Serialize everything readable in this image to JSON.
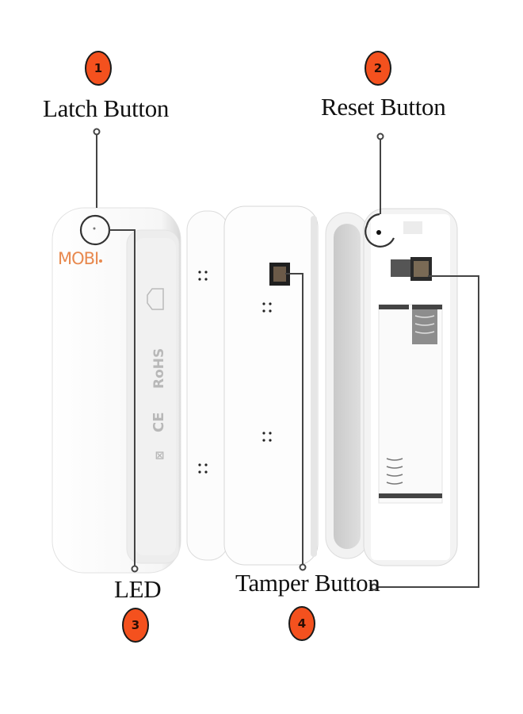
{
  "diagram": {
    "title": "",
    "callouts": [
      {
        "number": "1",
        "label": "Latch Button"
      },
      {
        "number": "2",
        "label": "Reset Button"
      },
      {
        "number": "3",
        "label": "LED"
      },
      {
        "number": "4",
        "label": "Tamper Button"
      }
    ],
    "device": {
      "brand": "MOBI",
      "markings": [
        "RoHS",
        "CE"
      ],
      "views": [
        "front-side view",
        "front view with magnet",
        "open back with battery compartment"
      ]
    },
    "colors": {
      "badge_fill": "#f4511e",
      "badge_border": "#1a1a1a",
      "brand_orange": "#e8894f",
      "device_white": "#fbfbfb",
      "leader_line": "#444444"
    }
  }
}
